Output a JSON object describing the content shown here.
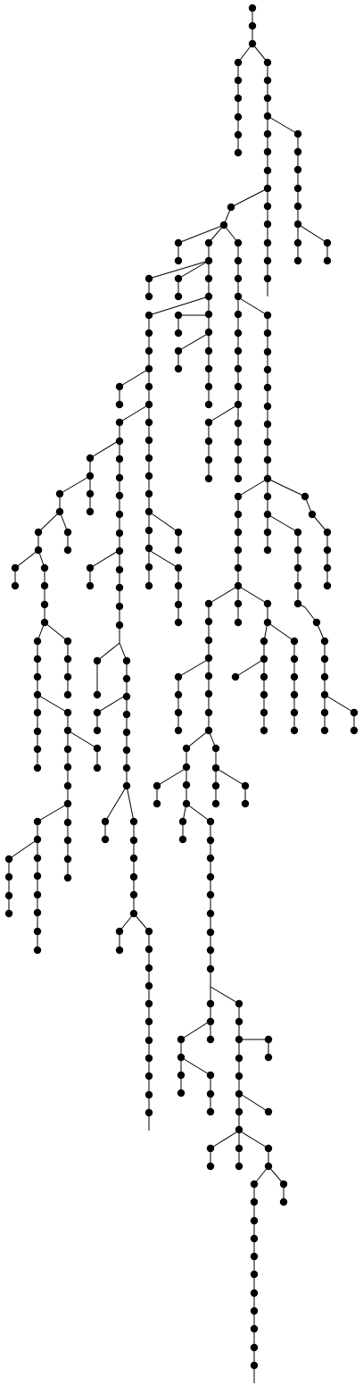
{
  "diagram": {
    "type": "tree",
    "node_color": "#000000",
    "edge_color": "#000000",
    "background": "#ffffff",
    "root": "n0",
    "edges": [
      [
        "n0",
        "n1"
      ],
      [
        "n1",
        "n2"
      ],
      [
        "n2",
        "n3"
      ],
      [
        "n2",
        "n4"
      ],
      [
        "n3",
        "n5"
      ],
      [
        "n5",
        "n6"
      ],
      [
        "n6",
        "n7"
      ],
      [
        "n7",
        "n8"
      ],
      [
        "n8",
        "n9"
      ],
      [
        "n4",
        "n10"
      ],
      [
        "n10",
        "n11"
      ],
      [
        "n11",
        "n12"
      ],
      [
        "n12",
        "n13"
      ],
      [
        "n12",
        "n14"
      ],
      [
        "n13",
        "n15"
      ],
      [
        "n15",
        "n16"
      ],
      [
        "n16",
        "n17"
      ],
      [
        "n17",
        "n18"
      ],
      [
        "n18",
        "n19"
      ],
      [
        "n14",
        "n20"
      ],
      [
        "n20",
        "n21"
      ],
      [
        "n21",
        "n22"
      ],
      [
        "n22",
        "n23"
      ],
      [
        "n23",
        "n24"
      ],
      [
        "n24",
        "n25"
      ],
      [
        "n24",
        "n26"
      ],
      [
        "n19",
        "n27"
      ],
      [
        "n19",
        "n28"
      ],
      [
        "n28",
        "n29"
      ],
      [
        "n29",
        "n30"
      ],
      [
        "n30",
        "n31"
      ],
      [
        "n31",
        "n32"
      ],
      [
        "n32",
        "n33"
      ],
      [
        "n33",
        "n34"
      ],
      [
        "n34",
        "n35"
      ],
      [
        "n35",
        "n36"
      ],
      [
        "n27",
        "n37"
      ],
      [
        "n37",
        "n38"
      ],
      [
        "n38",
        "n39"
      ],
      [
        "n38",
        "n40"
      ],
      [
        "n38",
        "n41"
      ],
      [
        "n39",
        "n42"
      ],
      [
        "n40",
        "n43"
      ],
      [
        "n40",
        "n44"
      ],
      [
        "n40",
        "n45"
      ],
      [
        "n40",
        "n46"
      ],
      [
        "n43",
        "n47"
      ],
      [
        "n44",
        "n48"
      ],
      [
        "n45",
        "n49"
      ],
      [
        "n49",
        "n50"
      ],
      [
        "n49",
        "n51"
      ],
      [
        "n50",
        "n52"
      ],
      [
        "n51",
        "n53"
      ],
      [
        "n51",
        "n54"
      ],
      [
        "n53",
        "n55"
      ],
      [
        "n54",
        "n56"
      ],
      [
        "n56",
        "n57"
      ],
      [
        "n57",
        "n58"
      ],
      [
        "n58",
        "n59"
      ],
      [
        "n59",
        "n60"
      ],
      [
        "n59",
        "n61"
      ],
      [
        "n61",
        "n62"
      ],
      [
        "n62",
        "n63"
      ],
      [
        "n63",
        "n64"
      ],
      [
        "n64",
        "n65"
      ],
      [
        "n64",
        "n66"
      ],
      [
        "n66",
        "n67"
      ],
      [
        "n67",
        "n68"
      ],
      [
        "n46",
        "n69"
      ],
      [
        "n69",
        "n70"
      ],
      [
        "n70",
        "n71"
      ],
      [
        "n71",
        "n72"
      ],
      [
        "n72",
        "n73"
      ],
      [
        "n73",
        "n74"
      ],
      [
        "n74",
        "n75"
      ],
      [
        "n75",
        "n76"
      ],
      [
        "n76",
        "n77"
      ],
      [
        "n77",
        "n78"
      ],
      [
        "n78",
        "n79"
      ],
      [
        "n79",
        "n80"
      ],
      [
        "n79",
        "n81"
      ],
      [
        "n80",
        "n82"
      ],
      [
        "n82",
        "n83"
      ],
      [
        "n83",
        "n84"
      ],
      [
        "n84",
        "n85"
      ],
      [
        "n85",
        "n86"
      ],
      [
        "n86",
        "n87"
      ],
      [
        "n87",
        "n88"
      ],
      [
        "n88",
        "n89"
      ],
      [
        "n89",
        "n90"
      ],
      [
        "n90",
        "n91"
      ],
      [
        "n91",
        "n92"
      ],
      [
        "n92",
        "n93"
      ],
      [
        "n93",
        "n94"
      ],
      [
        "n94",
        "n95"
      ],
      [
        "n95",
        "n96"
      ],
      [
        "n96",
        "n97"
      ],
      [
        "n97",
        "n98"
      ],
      [
        "n98",
        "n99"
      ],
      [
        "n98",
        "n100"
      ],
      [
        "n81",
        "n101"
      ],
      [
        "n101",
        "n102"
      ],
      [
        "n102",
        "n103"
      ],
      [
        "n103",
        "n104"
      ],
      [
        "n103",
        "n105"
      ],
      [
        "n41",
        "n106"
      ],
      [
        "n106",
        "n107"
      ],
      [
        "n107",
        "n108"
      ],
      [
        "n108",
        "n109"
      ],
      [
        "n109",
        "n110"
      ],
      [
        "n110",
        "n111"
      ],
      [
        "n111",
        "n112"
      ],
      [
        "n112",
        "n113"
      ],
      [
        "n113",
        "n114"
      ],
      [
        "n113",
        "n115"
      ],
      [
        "n113",
        "n116"
      ],
      [
        "n114",
        "n117"
      ],
      [
        "n116",
        "n118"
      ],
      [
        "n118",
        "n119"
      ],
      [
        "n119",
        "n120"
      ],
      [
        "n120",
        "n121"
      ],
      [
        "n121",
        "n122"
      ],
      [
        "n122",
        "n123"
      ],
      [
        "n123",
        "n124"
      ],
      [
        "n124",
        "n125"
      ],
      [
        "n125",
        "n126"
      ],
      [
        "n126",
        "n127"
      ],
      [
        "n127",
        "n128"
      ],
      [
        "n128",
        "n129"
      ],
      [
        "n128",
        "n130"
      ],
      [
        "n130",
        "n131"
      ],
      [
        "n129",
        "n132"
      ],
      [
        "n129",
        "n133"
      ],
      [
        "n132",
        "n134"
      ],
      [
        "n133",
        "n135"
      ],
      [
        "n135",
        "n136"
      ],
      [
        "n135",
        "n137"
      ],
      [
        "n136",
        "n138"
      ],
      [
        "n138",
        "n139"
      ],
      [
        "n139",
        "n140"
      ],
      [
        "n140",
        "n141"
      ],
      [
        "n140",
        "n142"
      ],
      [
        "n141",
        "n143"
      ],
      [
        "n143",
        "n144"
      ],
      [
        "n143",
        "n145"
      ],
      [
        "n144",
        "n146"
      ],
      [
        "n145",
        "n147"
      ],
      [
        "n147",
        "n148"
      ],
      [
        "n148",
        "n149"
      ],
      [
        "n149",
        "n150"
      ],
      [
        "n150",
        "n151"
      ],
      [
        "n151",
        "n152"
      ],
      [
        "n152",
        "n153"
      ],
      [
        "n153",
        "n154"
      ],
      [
        "n154",
        "n155"
      ],
      [
        "n155",
        "n156"
      ],
      [
        "n156",
        "n157"
      ],
      [
        "n157",
        "n158"
      ],
      [
        "n158",
        "n159"
      ],
      [
        "n142",
        "n160"
      ],
      [
        "n160",
        "n161"
      ],
      [
        "n161",
        "n162"
      ],
      [
        "n161",
        "n163"
      ],
      [
        "n162",
        "n164"
      ],
      [
        "n164",
        "n165"
      ],
      [
        "n165",
        "n166"
      ],
      [
        "n166",
        "n167"
      ],
      [
        "n167",
        "n168"
      ],
      [
        "n168",
        "n169"
      ],
      [
        "n169",
        "n170"
      ],
      [
        "n169",
        "n171"
      ],
      [
        "n171",
        "n172"
      ],
      [
        "n172",
        "n173"
      ],
      [
        "n170",
        "n174"
      ],
      [
        "n174",
        "n175"
      ],
      [
        "n175",
        "n176"
      ],
      [
        "n175",
        "n177"
      ],
      [
        "n176",
        "n178"
      ],
      [
        "n178",
        "n179"
      ],
      [
        "n179",
        "n180"
      ],
      [
        "n180",
        "n181"
      ],
      [
        "n181",
        "n182"
      ],
      [
        "n182",
        "n183"
      ],
      [
        "n183",
        "n184"
      ],
      [
        "n184",
        "n185"
      ],
      [
        "n185",
        "n186"
      ],
      [
        "n186",
        "n187"
      ],
      [
        "n187",
        "n188"
      ],
      [
        "n188",
        "n189"
      ],
      [
        "n189",
        "n190"
      ],
      [
        "n190",
        "n191"
      ],
      [
        "n191",
        "n192"
      ],
      [
        "n192",
        "n193"
      ],
      [
        "n193",
        "n194"
      ],
      [
        "n177",
        "n195"
      ],
      [
        "n195",
        "n196"
      ],
      [
        "n196",
        "n197"
      ],
      [
        "n196",
        "n198"
      ],
      [
        "n197",
        "n199"
      ],
      [
        "n199",
        "n200"
      ],
      [
        "n199",
        "n201"
      ],
      [
        "n200",
        "n202"
      ],
      [
        "n201",
        "n203"
      ],
      [
        "n203",
        "n204"
      ],
      [
        "n204",
        "n205"
      ],
      [
        "n198",
        "n206"
      ],
      [
        "n206",
        "n207"
      ],
      [
        "n207",
        "n208"
      ],
      [
        "n207",
        "n209"
      ],
      [
        "n208",
        "n210"
      ],
      [
        "n210",
        "n211"
      ],
      [
        "n211",
        "n212"
      ],
      [
        "n211",
        "n213"
      ],
      [
        "n213",
        "n214"
      ],
      [
        "n212",
        "n215"
      ],
      [
        "n215",
        "n216"
      ],
      [
        "n216",
        "n217"
      ],
      [
        "n216",
        "n218"
      ],
      [
        "n216",
        "n219"
      ],
      [
        "n219",
        "n220"
      ],
      [
        "n219",
        "n221"
      ],
      [
        "n220",
        "n222"
      ],
      [
        "n222",
        "n223"
      ],
      [
        "n223",
        "n224"
      ],
      [
        "n224",
        "n225"
      ],
      [
        "n225",
        "n226"
      ],
      [
        "n226",
        "n227"
      ],
      [
        "n227",
        "n228"
      ],
      [
        "n228",
        "n229"
      ],
      [
        "n229",
        "n230"
      ],
      [
        "n230",
        "n231"
      ],
      [
        "n231",
        "n232"
      ],
      [
        "n115",
        "n233"
      ],
      [
        "n233",
        "n234"
      ],
      [
        "n234",
        "n235"
      ],
      [
        "n234",
        "n236"
      ],
      [
        "n234",
        "n237"
      ],
      [
        "n235",
        "n238"
      ],
      [
        "n236",
        "n239"
      ],
      [
        "n239",
        "n240"
      ],
      [
        "n239",
        "n241"
      ],
      [
        "n240",
        "n242"
      ],
      [
        "n241",
        "n243"
      ],
      [
        "n243",
        "n244"
      ],
      [
        "n244",
        "n245"
      ],
      [
        "n245",
        "n246"
      ],
      [
        "n237",
        "n247"
      ],
      [
        "n247",
        "n248"
      ],
      [
        "n247",
        "n249"
      ],
      [
        "n248",
        "n250"
      ],
      [
        "n250",
        "n251"
      ],
      [
        "n251",
        "n252"
      ],
      [
        "n252",
        "n253"
      ],
      [
        "n249",
        "n254"
      ],
      [
        "n254",
        "n255"
      ],
      [
        "n255",
        "n256"
      ],
      [
        "n256",
        "n257"
      ],
      [
        "n117",
        "n258"
      ],
      [
        "n258",
        "n259"
      ],
      [
        "n258",
        "n260"
      ],
      [
        "n259",
        "n261"
      ],
      [
        "n261",
        "n262"
      ],
      [
        "n262",
        "n263"
      ],
      [
        "n263",
        "n264"
      ],
      [
        "n264",
        "n265"
      ],
      [
        "n265",
        "n266"
      ],
      [
        "n260",
        "n267"
      ],
      [
        "n267",
        "n268"
      ],
      [
        "n268",
        "n269"
      ],
      [
        "n269",
        "n270"
      ],
      [
        "n270",
        "n271"
      ],
      [
        "n270",
        "n272"
      ],
      [
        "n272",
        "n273"
      ],
      [
        "n273",
        "n274"
      ],
      [
        "n274",
        "n275"
      ],
      [
        "n275",
        "n276"
      ],
      [
        "n275",
        "n277"
      ],
      [
        "n276",
        "n278"
      ]
    ]
  }
}
